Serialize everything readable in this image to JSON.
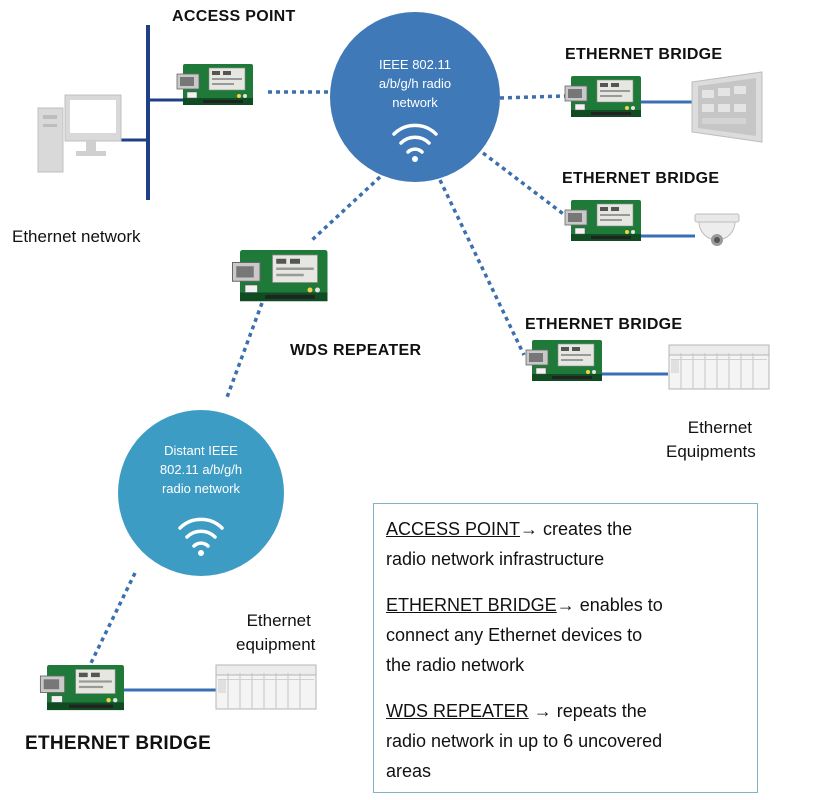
{
  "colors": {
    "bus": "#1f3f86",
    "cable": "#3a6fb5",
    "dotted": "#3c6fae",
    "main_circle": "#3f79b8",
    "distant_circle": "#3d9cc4",
    "legend_border": "#7fb3c9"
  },
  "labels": {
    "access_point": "ACCESS POINT",
    "ethernet_network": "Ethernet network",
    "wds_repeater": "WDS REPEATER",
    "eth_bridge_1": "ETHERNET BRIDGE",
    "eth_bridge_2": "ETHERNET BRIDGE",
    "eth_bridge_3": "ETHERNET BRIDGE",
    "eth_bridge_4": "ETHERNET BRIDGE",
    "ethernet_equipments": [
      "Ethernet",
      "Equipments"
    ],
    "ethernet_equipment": [
      "Ethernet",
      "equipment"
    ]
  },
  "main_network": [
    "IEEE  802.11",
    "a/b/g/h radio",
    "network"
  ],
  "distant_network": [
    "Distant IEEE",
    "802.11 a/b/g/h",
    "radio network"
  ],
  "icons": {
    "computer": "desktop-computer-icon",
    "module": "wifi-module-board-icon",
    "touch_panel": "touch-panel-icon",
    "camera": "dome-camera-icon",
    "plc": "plc-rack-icon",
    "wifi": "wifi-signal-icon"
  },
  "legend": {
    "items": [
      {
        "term": "ACCESS POINT",
        "arrow": "→",
        "lines": [
          "creates the",
          "radio network infrastructure"
        ]
      },
      {
        "term": "ETHERNET BRIDGE",
        "arrow": "→",
        "lines": [
          "enables to",
          "connect any Ethernet devices to",
          "the radio network"
        ]
      },
      {
        "term": "WDS REPEATER",
        "arrow": " →",
        "lines": [
          "repeats the",
          "radio network in up to 6 uncovered",
          "areas"
        ]
      }
    ]
  }
}
